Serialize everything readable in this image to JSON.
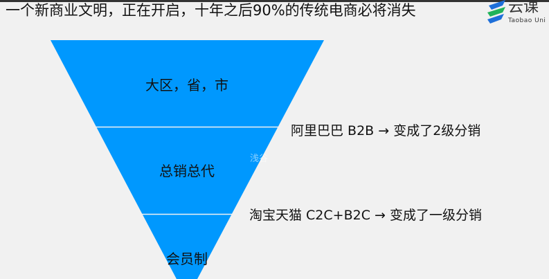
{
  "slide": {
    "title": "一个新商业文明，正在开启，十年之后90%的传统电商必将消失",
    "logo": {
      "text": "云课",
      "subtitle": "Taobao Uni"
    },
    "watermark": "浅谷",
    "colors": {
      "funnel": "#0098fe",
      "background": "#f1f1f1"
    },
    "funnel_levels": [
      {
        "label": "大区，省，市"
      },
      {
        "label": "总销总代"
      },
      {
        "label": "会员制"
      }
    ],
    "notes": [
      {
        "text": "阿里巴巴 B2B → 变成了2级分销"
      },
      {
        "text": "淘宝天猫 C2C+B2C → 变成了一级分销"
      }
    ]
  }
}
